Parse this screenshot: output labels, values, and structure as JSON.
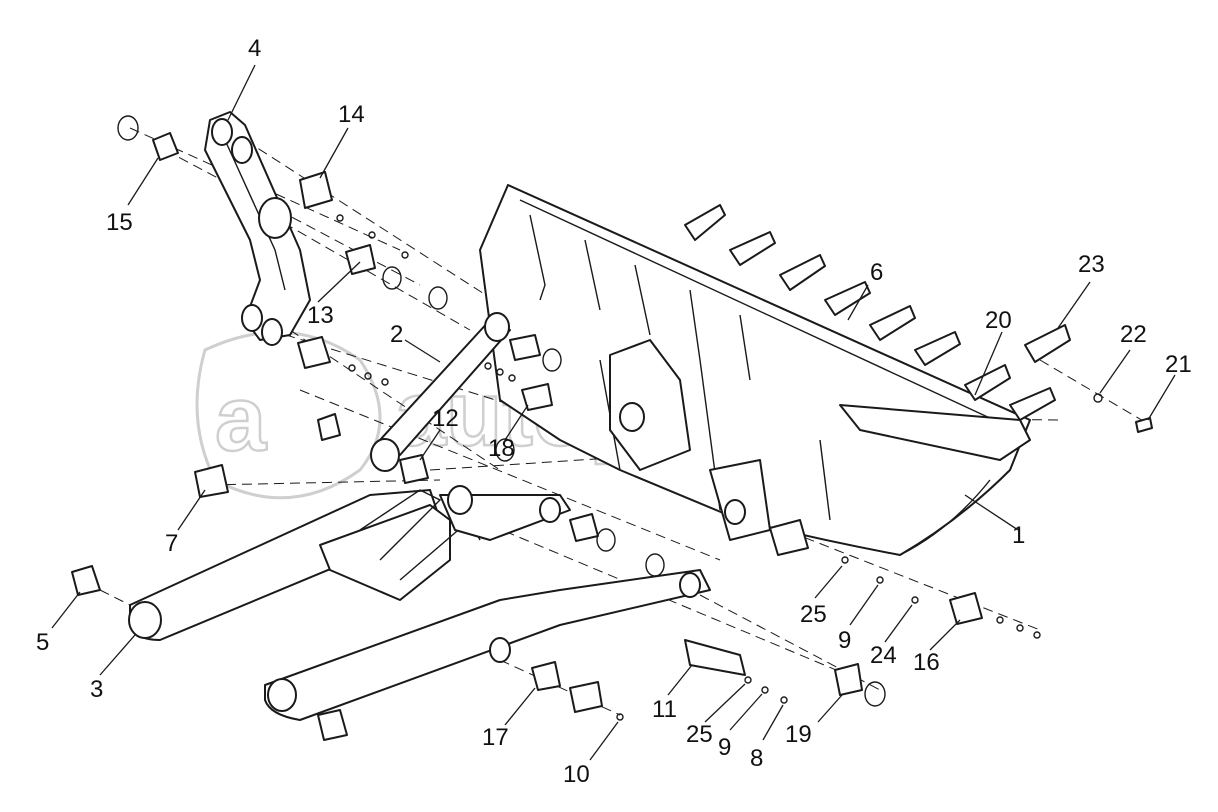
{
  "watermark": {
    "text": "autopiter.ru"
  },
  "callouts": [
    {
      "id": "c1",
      "label": "1"
    },
    {
      "id": "c2",
      "label": "2"
    },
    {
      "id": "c3",
      "label": "3"
    },
    {
      "id": "c4",
      "label": "4"
    },
    {
      "id": "c5",
      "label": "5"
    },
    {
      "id": "c6",
      "label": "6"
    },
    {
      "id": "c7",
      "label": "7"
    },
    {
      "id": "c8",
      "label": "8"
    },
    {
      "id": "c9a",
      "label": "9"
    },
    {
      "id": "c9b",
      "label": "9"
    },
    {
      "id": "c10",
      "label": "10"
    },
    {
      "id": "c11",
      "label": "11"
    },
    {
      "id": "c12",
      "label": "12"
    },
    {
      "id": "c13",
      "label": "13"
    },
    {
      "id": "c14",
      "label": "14"
    },
    {
      "id": "c15",
      "label": "15"
    },
    {
      "id": "c16",
      "label": "16"
    },
    {
      "id": "c17",
      "label": "17"
    },
    {
      "id": "c18",
      "label": "18"
    },
    {
      "id": "c19",
      "label": "19"
    },
    {
      "id": "c20",
      "label": "20"
    },
    {
      "id": "c21",
      "label": "21"
    },
    {
      "id": "c22",
      "label": "22"
    },
    {
      "id": "c23",
      "label": "23"
    },
    {
      "id": "c24",
      "label": "24"
    },
    {
      "id": "c25a",
      "label": "25"
    },
    {
      "id": "c25b",
      "label": "25"
    }
  ],
  "colors": {
    "line": "#1a1a1a",
    "watermark": "#cfcfcf",
    "background": "#ffffff"
  }
}
